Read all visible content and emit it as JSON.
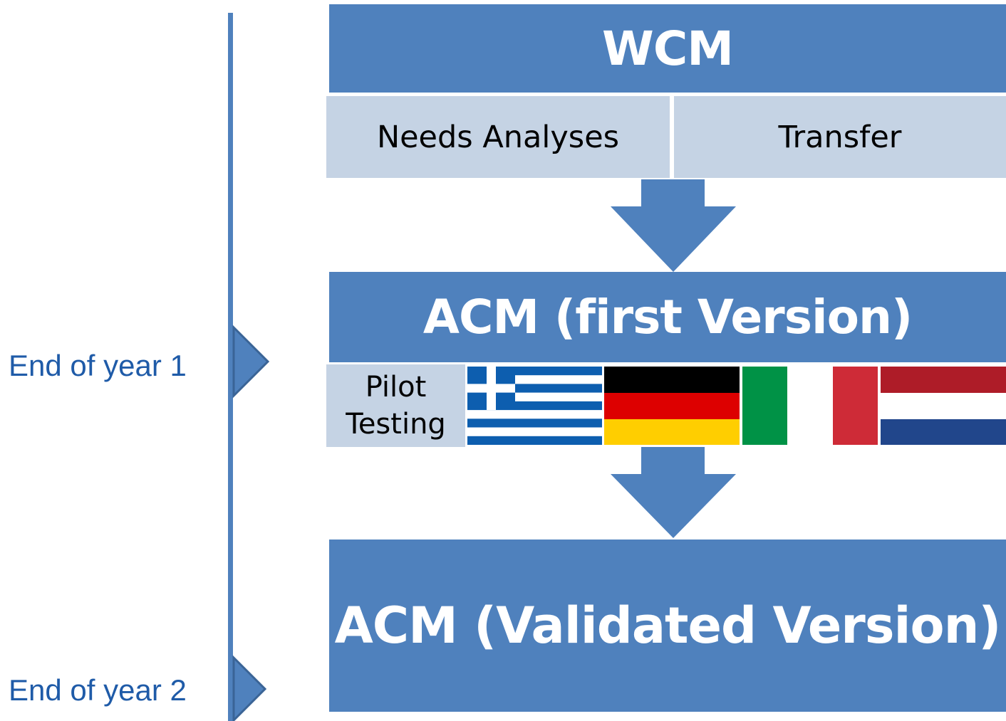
{
  "timeline": {
    "milestones": [
      {
        "label": "End of year 1"
      },
      {
        "label": "End of year 2"
      }
    ]
  },
  "wcm": {
    "title": "WCM",
    "subitems": [
      {
        "label": "Needs Analyses"
      },
      {
        "label": "Transfer"
      }
    ]
  },
  "acm_first": {
    "title": "ACM (first Version)",
    "pilot_label_line1": "Pilot",
    "pilot_label_line2": "Testing",
    "flags": [
      "greece-flag",
      "germany-flag",
      "italy-flag",
      "netherlands-flag"
    ]
  },
  "acm_validated": {
    "title": "ACM (Validated Version)"
  },
  "colors": {
    "box_blue": "#4f81bd",
    "cell_light": "#c5d3e4",
    "label_blue": "#1f5ba8"
  }
}
